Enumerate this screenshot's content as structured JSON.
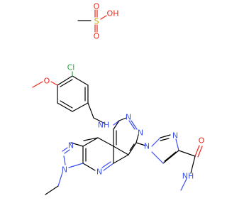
{
  "colors": {
    "background": "#ffffff",
    "bond": "#000000",
    "nitrogen": "#3a50f0",
    "oxygen": "#e8281c",
    "sulfur": "#c8a400",
    "chlorine": "#22a83a"
  },
  "labels": {
    "sulfonic_oh": "OH",
    "sulfonyl_o_top": "O",
    "sulfonyl_o_bottom": "O",
    "sulfur": "S",
    "chlorine": "Cl",
    "methoxy_o": "O",
    "amine_nh": "NH",
    "ring_n_1": "N",
    "ring_n_2": "N",
    "imidazole_n_1": "N",
    "imidazole_n_2": "N",
    "pyrazole_n_1": "N",
    "pyrazole_n_2": "N",
    "pyridine_n": "N",
    "amide_o": "O",
    "amide_nh": "NH"
  }
}
